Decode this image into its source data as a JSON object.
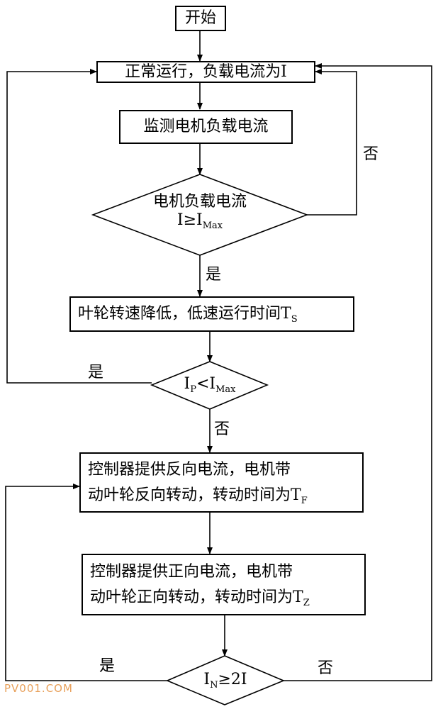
{
  "flowchart": {
    "start": "开始",
    "normal_run": "正常运行，负载电流为I",
    "monitor": "监测电机负载电流",
    "decision1": {
      "line1": "电机负载电流",
      "line2_prefix": "I≥I",
      "line2_sub": "Max"
    },
    "reduce_speed": {
      "text": "叶轮转速降低，低速运行时间T",
      "sub": "S"
    },
    "decision2": {
      "p1": "I",
      "p1_sub": "P",
      "op": "<I",
      "p2_sub": "Max"
    },
    "reverse": {
      "line1": "控制器提供反向电流，电机带",
      "line2": "动叶轮反向转动，转动时间为T",
      "line2_sub": "F"
    },
    "forward": {
      "line1": "控制器提供正向电流，电机带",
      "line2": "动叶轮正向转动，转动时间为T",
      "line2_sub": "Z"
    },
    "decision3": {
      "p1": "I",
      "p1_sub": "N",
      "rest": "≥2I"
    },
    "labels": {
      "no": "否",
      "yes": "是"
    }
  },
  "watermark": "PV001.COM",
  "colors": {
    "line": "#000000",
    "watermark": "#e8a05a"
  }
}
